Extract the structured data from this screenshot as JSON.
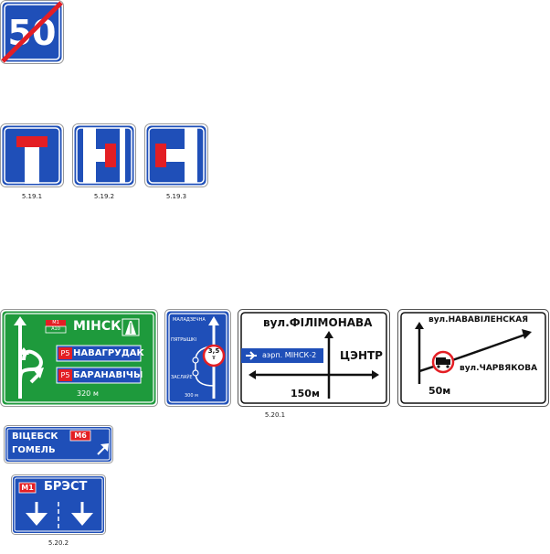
{
  "colors": {
    "blue": "#1f4fb8",
    "green": "#1e9a3c",
    "red": "#e31e24",
    "white": "#ffffff",
    "black": "#111111"
  },
  "end_speed_sign": {
    "value": "50"
  },
  "dead_end_signs": [
    {
      "caption": "5.19.1"
    },
    {
      "caption": "5.19.2"
    },
    {
      "caption": "5.19.3"
    }
  ],
  "minsk_sign": {
    "route_top": "M1",
    "route_bottom": "A10",
    "city": "МІНСК",
    "route1": "Р5",
    "dest1": "НАВАГРУДАК",
    "route2": "Р5",
    "dest2": "БАРАНАВІЧЫ",
    "distance": "320 м",
    "motorway_icon": "motorway-icon"
  },
  "weight_sign": {
    "top": "МАЛАДЗЕЧНА",
    "middle": "ПЯТРЫШКІ",
    "bottom": "ЗАСЛАЎЕ",
    "limit": "3,5",
    "unit": "т",
    "distance": "300 м"
  },
  "filimonava_sign": {
    "street": "вул.ФІЛІМОНАВА",
    "airport": "аэрп. МІНСК-2",
    "center": "ЦЭНТР",
    "distance": "150м",
    "caption": "5.20.1"
  },
  "navavilenskaya_sign": {
    "street_top": "вул.НАВАВІЛЕНСКАЯ",
    "street_bottom": "вул.ЧАРВЯКОВА",
    "distance": "50м"
  },
  "vitsebsk_sign": {
    "city1": "ВІЦЕБСК",
    "city2": "ГОМЕЛЬ",
    "route": "М6"
  },
  "brest_sign": {
    "route": "М1",
    "city": "БРЭСТ",
    "caption": "5.20.2"
  }
}
